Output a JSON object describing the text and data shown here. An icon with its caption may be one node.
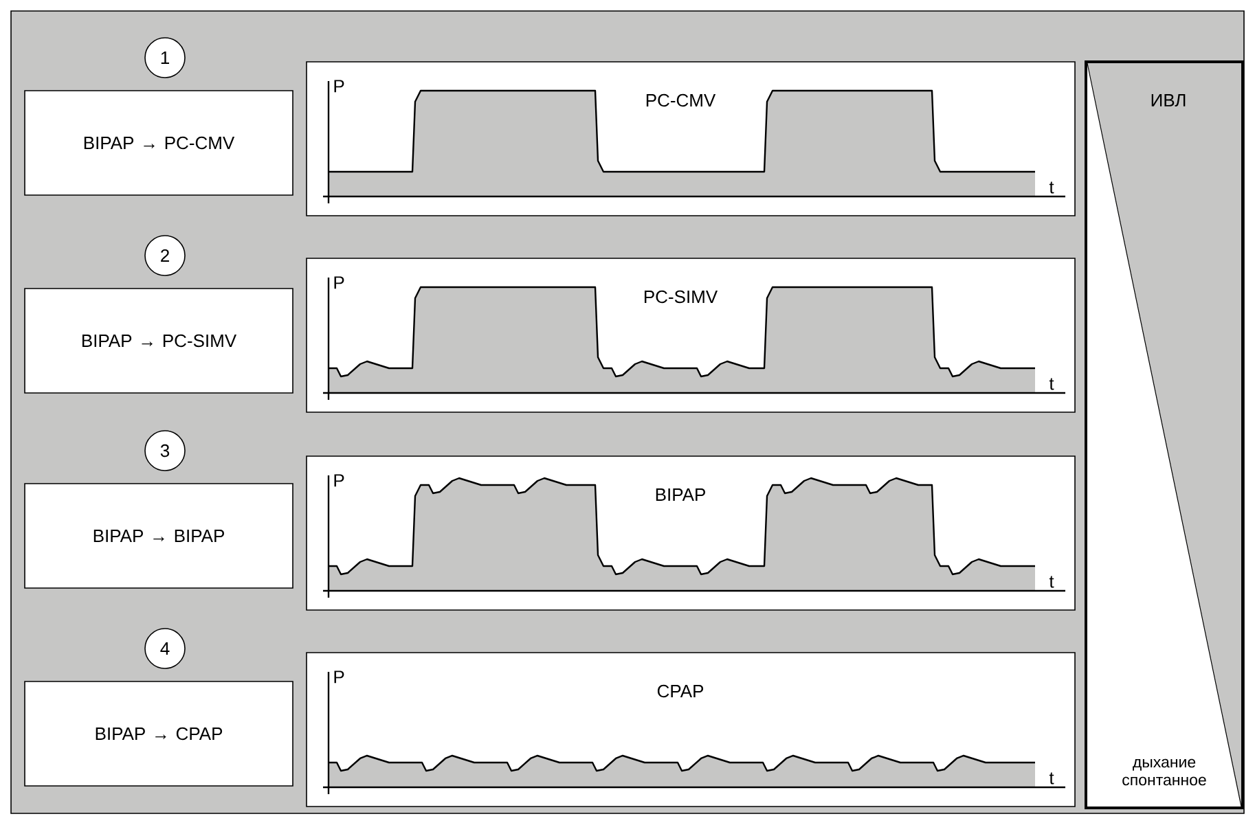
{
  "diagram": {
    "nodes": [
      {
        "text": [],
        "shape": "box"
      },
      {
        "text": [
          "1"
        ],
        "in": 0
      },
      {
        "text": [
          "BIPAP → PC-CMV"
        ],
        "in": 0
      },
      {
        "text": [
          "P",
          "PC-CMV",
          "t"
        ],
        "in": 0
      },
      {
        "text": [
          "2"
        ],
        "in": 0
      },
      {
        "text": [
          "BIPAP → PC-SIMV"
        ],
        "in": 0
      },
      {
        "text": [
          "P",
          "PC-SIMV",
          "t"
        ],
        "in": 0
      },
      {
        "text": [
          "3"
        ],
        "in": 0
      },
      {
        "text": [
          "BIPAP → BIPAP"
        ],
        "in": 0
      },
      {
        "text": [
          "P",
          "BIPAP",
          "t"
        ],
        "in": 0
      },
      {
        "text": [
          "4"
        ],
        "in": 0
      },
      {
        "text": [
          "BIPAP → CPAP"
        ],
        "in": 0
      },
      {
        "text": [
          "P",
          "CPAP",
          "t"
        ],
        "in": 0
      },
      {
        "text": [
          "ИВЛ",
          "дыхание спонтанное"
        ],
        "in": 0
      }
    ]
  }
}
